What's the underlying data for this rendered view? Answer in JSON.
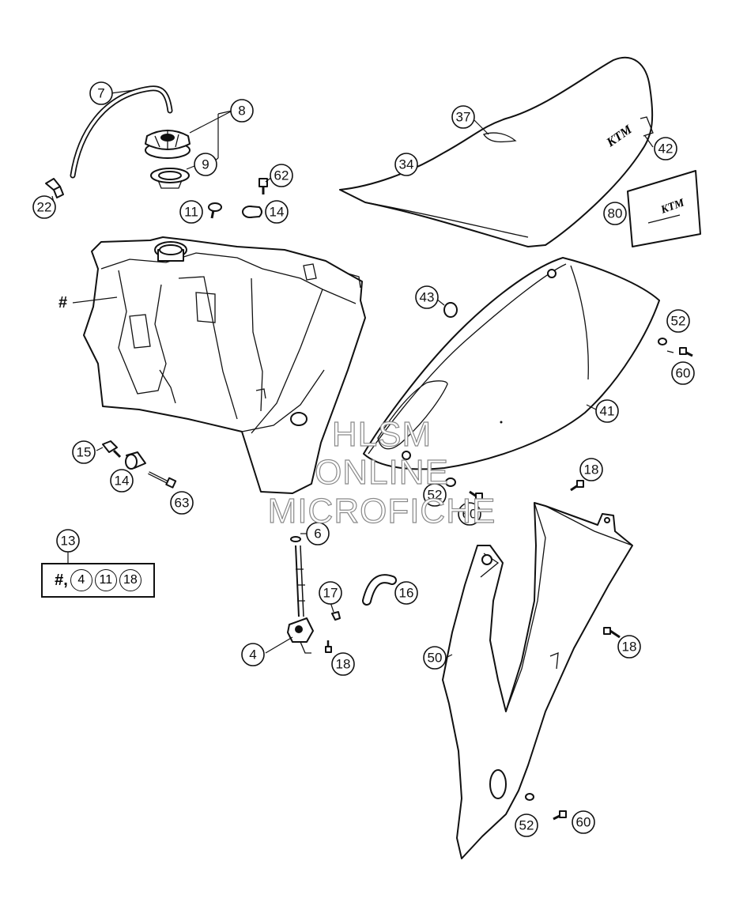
{
  "watermark": {
    "line1": "HLSM",
    "line2": "ONLINE",
    "line3": "MICROFICHE"
  },
  "tank_marker": "#",
  "seat_logo": "KTM",
  "kit": {
    "prefix": "#,",
    "items": [
      "4",
      "11",
      "18"
    ]
  },
  "callouts": [
    {
      "id": "c7",
      "label": "7"
    },
    {
      "id": "c8",
      "label": "8"
    },
    {
      "id": "c9",
      "label": "9"
    },
    {
      "id": "c22",
      "label": "22"
    },
    {
      "id": "c62",
      "label": "62"
    },
    {
      "id": "c11",
      "label": "11"
    },
    {
      "id": "c14a",
      "label": "14"
    },
    {
      "id": "c37",
      "label": "37"
    },
    {
      "id": "c34",
      "label": "34"
    },
    {
      "id": "c42",
      "label": "42"
    },
    {
      "id": "c80",
      "label": "80"
    },
    {
      "id": "c43",
      "label": "43"
    },
    {
      "id": "c52a",
      "label": "52"
    },
    {
      "id": "c60a",
      "label": "60"
    },
    {
      "id": "c41",
      "label": "41"
    },
    {
      "id": "c15",
      "label": "15"
    },
    {
      "id": "c14b",
      "label": "14"
    },
    {
      "id": "c63",
      "label": "63"
    },
    {
      "id": "c52b",
      "label": "52"
    },
    {
      "id": "c60b",
      "label": "60"
    },
    {
      "id": "c18a",
      "label": "18"
    },
    {
      "id": "c13",
      "label": "13"
    },
    {
      "id": "c6",
      "label": "6"
    },
    {
      "id": "c17",
      "label": "17"
    },
    {
      "id": "c16",
      "label": "16"
    },
    {
      "id": "c4",
      "label": "4"
    },
    {
      "id": "c18b",
      "label": "18"
    },
    {
      "id": "c50",
      "label": "50"
    },
    {
      "id": "c18c",
      "label": "18"
    },
    {
      "id": "c52c",
      "label": "52"
    },
    {
      "id": "c60c",
      "label": "60"
    }
  ]
}
